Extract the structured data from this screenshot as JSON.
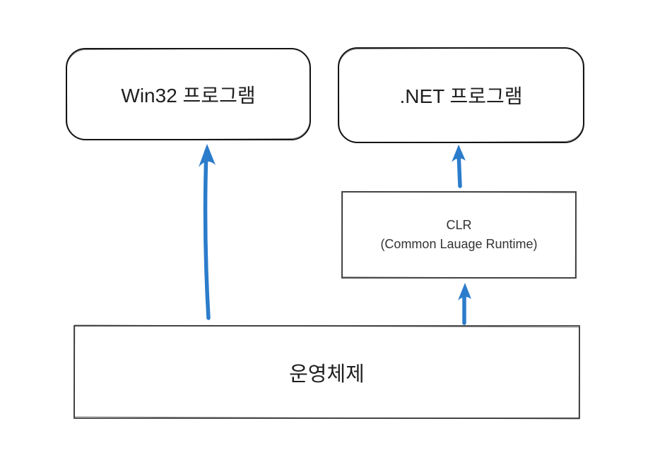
{
  "diagram": {
    "nodes": {
      "win32": {
        "label": "Win32 프로그램"
      },
      "dotnet": {
        "label": ".NET 프로그램"
      },
      "clr": {
        "title": "CLR",
        "subtitle": "(Common Lauage Runtime)"
      },
      "os": {
        "label": "운영체제"
      }
    },
    "edges": [
      {
        "from": "os",
        "to": "win32"
      },
      {
        "from": "clr",
        "to": "dotnet"
      },
      {
        "from": "os",
        "to": "clr"
      }
    ],
    "colors": {
      "arrow": "#2b7ccb",
      "rounded_box_border": "#171717",
      "rect_box_border": "#545454",
      "text": "#1f1f1f",
      "background": "#ffffff"
    }
  }
}
